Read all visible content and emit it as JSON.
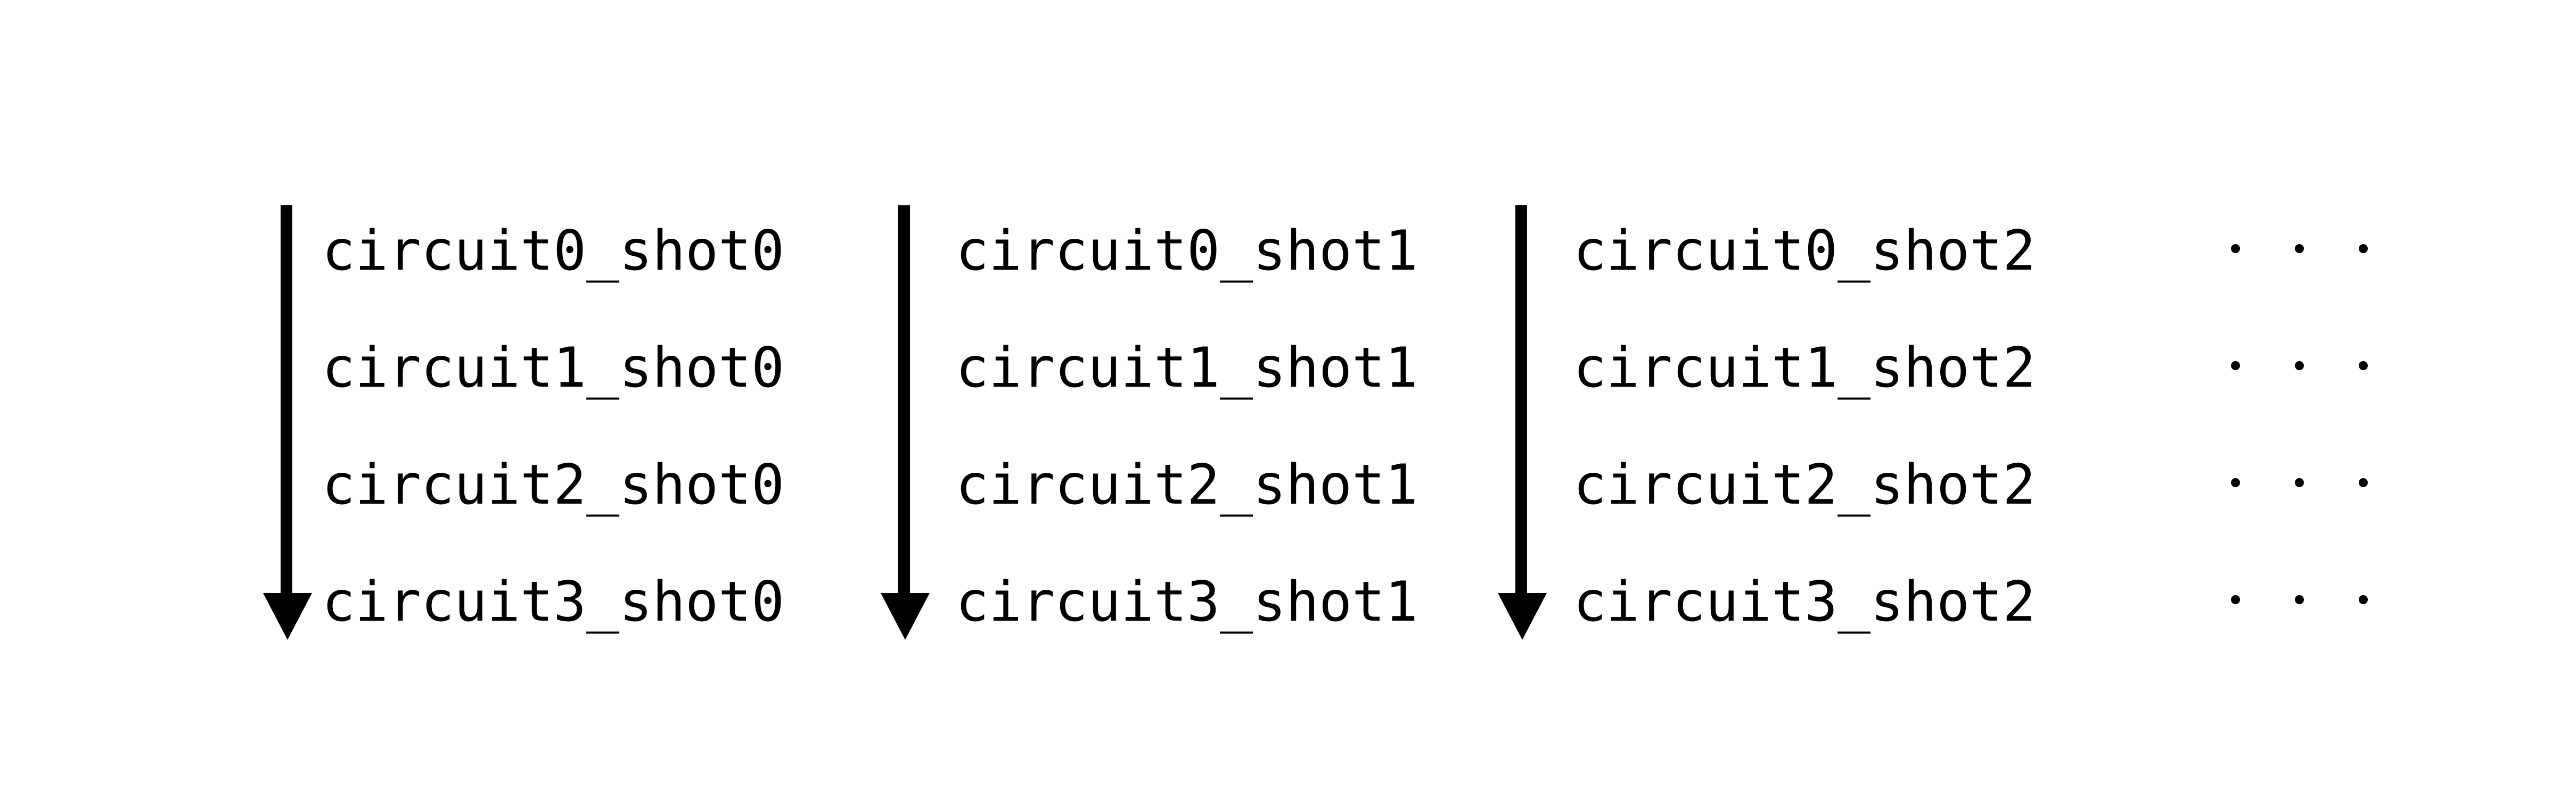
{
  "figure": {
    "background_color": "#ffffff",
    "foreground_color": "#000000",
    "row_count": 4,
    "column_count": 3,
    "has_continuation_ellipsis": true
  },
  "columns": [
    {
      "arrow_name": "shot0-down-arrow",
      "labels": [
        "circuit0_shot0",
        "circuit1_shot0",
        "circuit2_shot0",
        "circuit3_shot0"
      ]
    },
    {
      "arrow_name": "shot1-down-arrow",
      "labels": [
        "circuit0_shot1",
        "circuit1_shot1",
        "circuit2_shot1",
        "circuit3_shot1"
      ]
    },
    {
      "arrow_name": "shot2-down-arrow",
      "labels": [
        "circuit0_shot2",
        "circuit1_shot2",
        "circuit2_shot2",
        "circuit3_shot2"
      ]
    }
  ],
  "ellipsis": {
    "dots_per_row": 3,
    "rows": 4
  }
}
